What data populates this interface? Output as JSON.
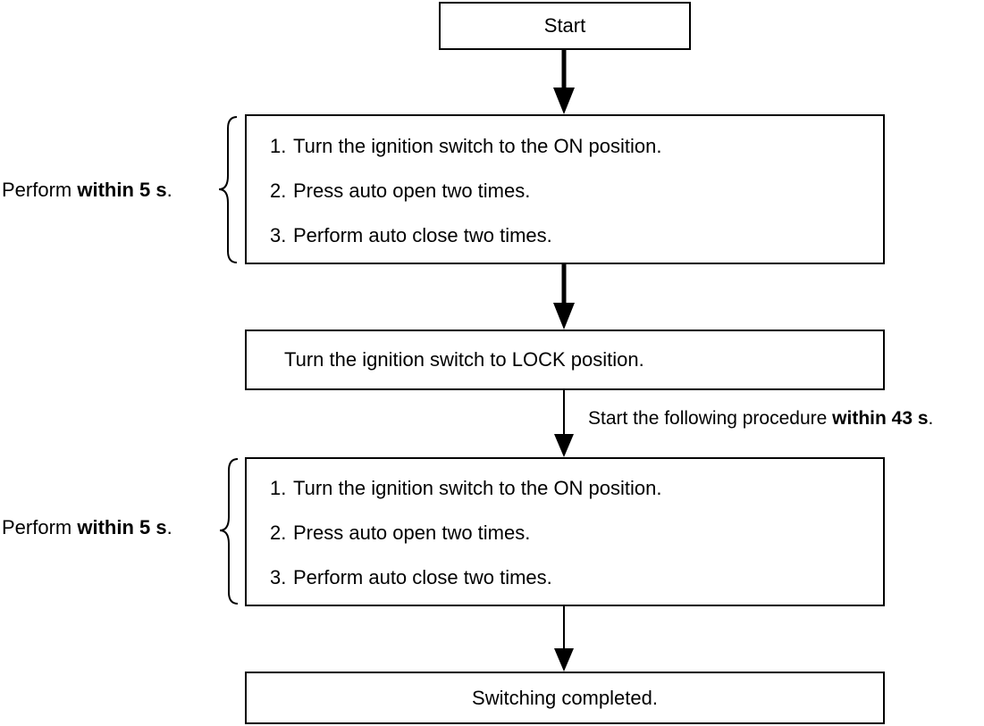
{
  "start_box": {
    "label": "Start"
  },
  "block_1": {
    "side_label": {
      "prefix": "Perform ",
      "bold": "within 5 s",
      "suffix": "."
    },
    "steps": [
      {
        "num": "1.",
        "text": "Turn the ignition switch to the ON position."
      },
      {
        "num": "2.",
        "text": "Press auto open two times."
      },
      {
        "num": "3.",
        "text": "Perform auto close two times."
      }
    ]
  },
  "lock_box": {
    "label": "Turn the ignition switch to LOCK position."
  },
  "transition_note": {
    "prefix": "Start the following procedure ",
    "bold": "within 43 s",
    "suffix": "."
  },
  "block_2": {
    "side_label": {
      "prefix": "Perform ",
      "bold": "within 5 s",
      "suffix": "."
    },
    "steps": [
      {
        "num": "1.",
        "text": "Turn the ignition switch to the ON position."
      },
      {
        "num": "2.",
        "text": "Press auto open two times."
      },
      {
        "num": "3.",
        "text": "Perform auto close two times."
      }
    ]
  },
  "end_box": {
    "label": "Switching completed."
  }
}
